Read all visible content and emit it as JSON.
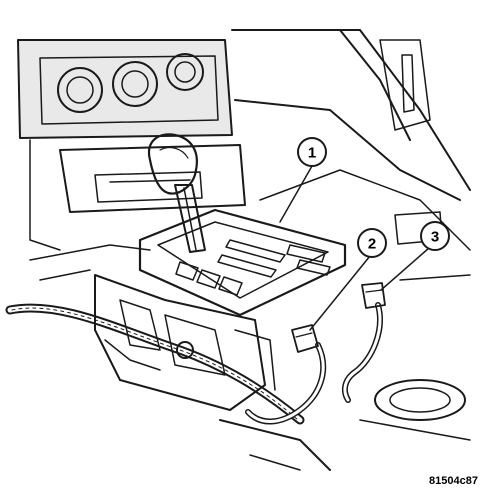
{
  "figure": {
    "id_label": "81504c87",
    "callouts": [
      {
        "number": "1"
      },
      {
        "number": "2"
      },
      {
        "number": "3"
      }
    ],
    "colors": {
      "ink": "#1a1a1a",
      "fill": "#e9e9e9",
      "background": "#ffffff"
    }
  }
}
